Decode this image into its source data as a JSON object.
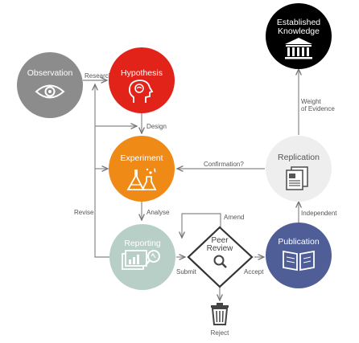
{
  "nodes": {
    "observation": {
      "label": "Observation",
      "color": "#8c8c8c",
      "icon": "eye-icon"
    },
    "hypothesis": {
      "label": "Hypothesis",
      "color": "#e2231a",
      "icon": "head-brain-icon"
    },
    "experiment": {
      "label": "Experiment",
      "color": "#ef8a17",
      "icon": "lab-flasks-icon"
    },
    "reporting": {
      "label": "Reporting",
      "color": "#b7cfc6",
      "icon": "charts-magnifier-icon"
    },
    "peer_review": {
      "label_line1": "Peer",
      "label_line2": "Review",
      "icon": "magnifier-icon"
    },
    "publication": {
      "label": "Publication",
      "color": "#4f5e96",
      "icon": "open-book-icon"
    },
    "replication": {
      "label": "Replication",
      "color": "#eeeeee",
      "icon": "documents-icon"
    },
    "established": {
      "label_line1": "Established",
      "label_line2": "Knowledge",
      "color": "#000000",
      "icon": "institution-building-icon"
    },
    "reject": {
      "label": "Reject",
      "icon": "trash-bin-icon"
    }
  },
  "edges": {
    "research": "Research",
    "design": "Design",
    "analyse": "Analyse",
    "revise": "Revise",
    "submit": "Submit",
    "accept": "Accept",
    "amend": "Amend",
    "independent": "Independent",
    "confirmation": "Confirmation?",
    "weight_line1": "Weight",
    "weight_line2": "of Evidence"
  }
}
